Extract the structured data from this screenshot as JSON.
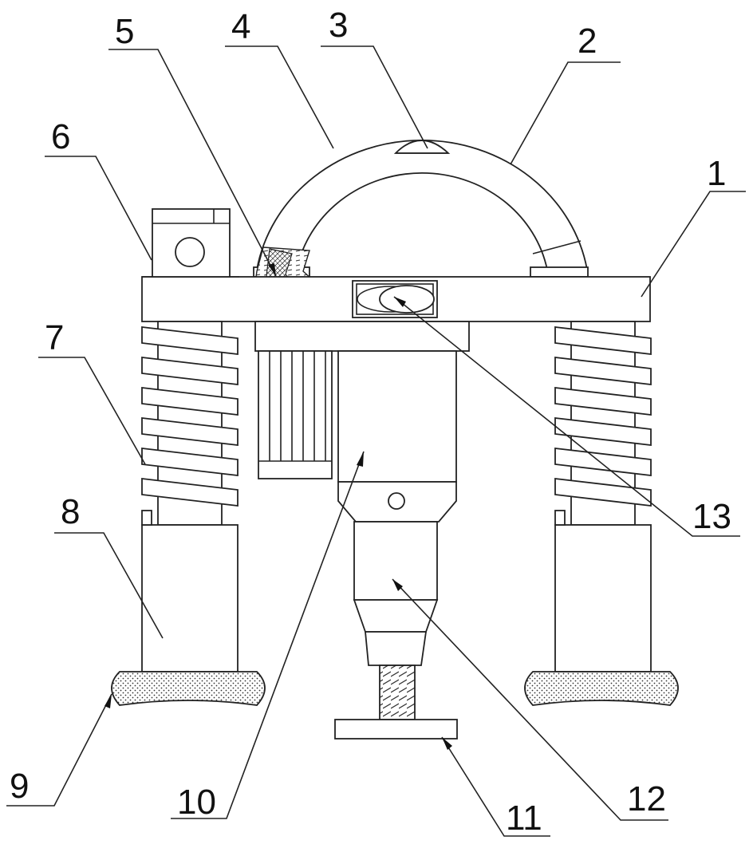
{
  "diagram": {
    "labels": {
      "l1": "1",
      "l2": "2",
      "l3": "3",
      "l4": "4",
      "l5": "5",
      "l6": "6",
      "l7": "7",
      "l8": "8",
      "l9": "9",
      "l10": "10",
      "l11": "11",
      "l12": "12",
      "l13": "13"
    },
    "colors": {
      "line": "#222222",
      "background": "#ffffff",
      "stipple": "#333333"
    }
  }
}
